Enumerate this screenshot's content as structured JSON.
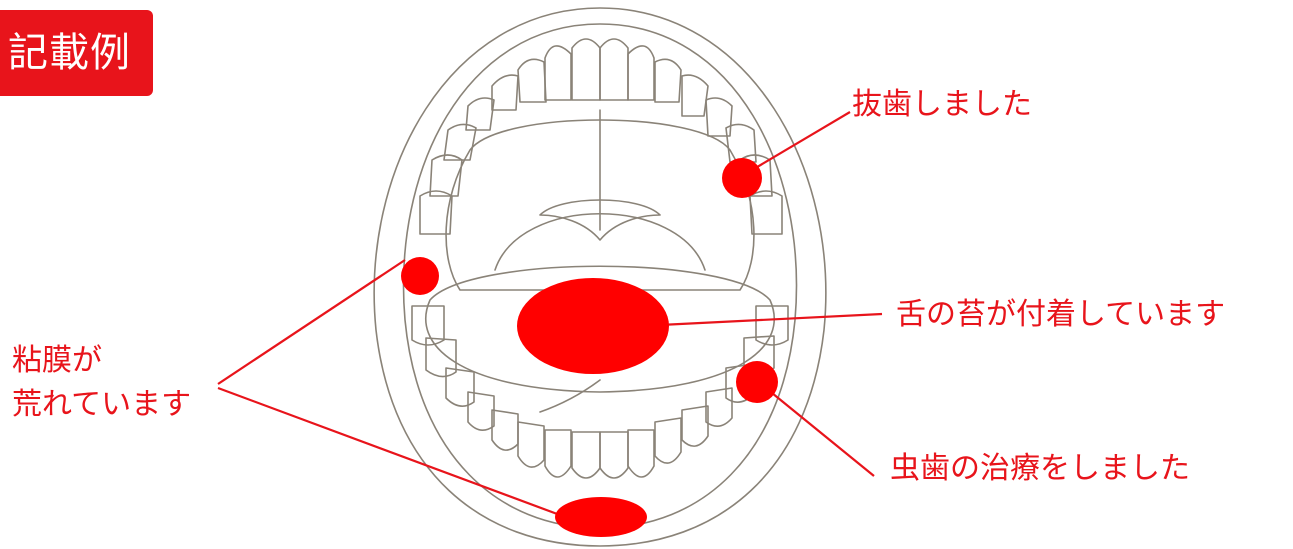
{
  "badge": {
    "text": "記載例",
    "color": "#e8141b"
  },
  "annotations": {
    "extraction": "抜歯しました",
    "tongue_coating": "舌の苔が付着しています",
    "mucosa_line1": "粘膜が",
    "mucosa_line2": "荒れています",
    "cavity_treatment": "虫歯の治療をしました"
  },
  "colors": {
    "accent": "#ff0000",
    "label": "#e8141b",
    "outline": "#8a8378"
  }
}
